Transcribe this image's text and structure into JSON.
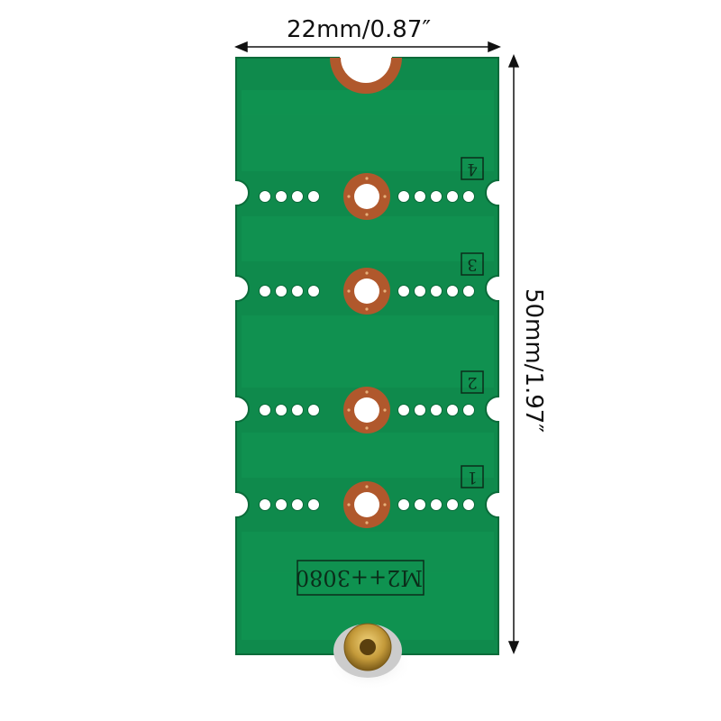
{
  "dimensions": {
    "width": "22mm/0.87″",
    "height": "50mm/1.97″"
  },
  "board": {
    "slot_labels": [
      "4",
      "3",
      "2",
      "1"
    ],
    "model_text": "M2++3080"
  },
  "colors": {
    "pcb_green": "#0f8a4c",
    "pcb_edge": "#0b6b3a",
    "copper_ring": "#b0582c",
    "brass_standoff": "#c49a3a",
    "dimension_line": "#111111"
  }
}
